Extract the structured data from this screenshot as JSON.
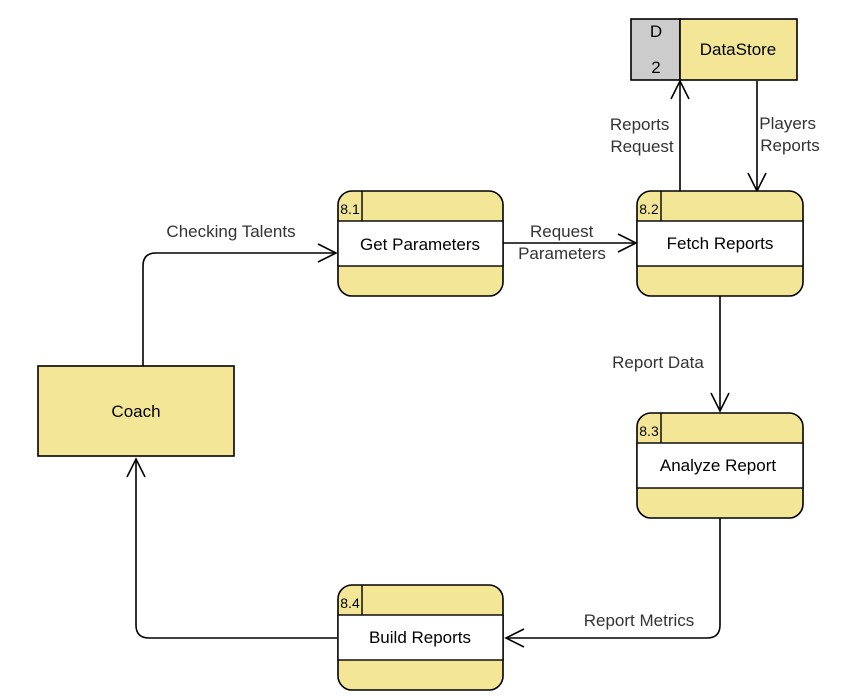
{
  "colors": {
    "fill": "#F3E797",
    "band": "#FFFFFF",
    "store_id_fill": "#CCCCCC",
    "stroke": "#000000",
    "label_text": "#333333"
  },
  "external_entity": {
    "name": "Coach"
  },
  "processes": [
    {
      "number": "8.1",
      "name": "Get Parameters"
    },
    {
      "number": "8.2",
      "name": "Fetch Reports"
    },
    {
      "number": "8.3",
      "name": "Analyze Report"
    },
    {
      "number": "8.4",
      "name": "Build Reports"
    }
  ],
  "data_store": {
    "id_letter": "D",
    "id_number": "2",
    "name": "DataStore"
  },
  "flows": [
    {
      "from": "Coach",
      "to": "Get Parameters",
      "label_lines": [
        "Checking Talents"
      ]
    },
    {
      "from": "Get Parameters",
      "to": "Fetch Reports",
      "label_lines": [
        "Request",
        "Parameters"
      ]
    },
    {
      "from": "Fetch Reports",
      "to": "DataStore",
      "label_lines": [
        "Reports",
        "Request"
      ]
    },
    {
      "from": "DataStore",
      "to": "Fetch Reports",
      "label_lines": [
        "Players",
        "Reports"
      ]
    },
    {
      "from": "Fetch Reports",
      "to": "Analyze Report",
      "label_lines": [
        "Report Data"
      ]
    },
    {
      "from": "Analyze Report",
      "to": "Build Reports",
      "label_lines": [
        "Report Metrics"
      ]
    },
    {
      "from": "Build Reports",
      "to": "Coach",
      "label_lines": []
    }
  ]
}
